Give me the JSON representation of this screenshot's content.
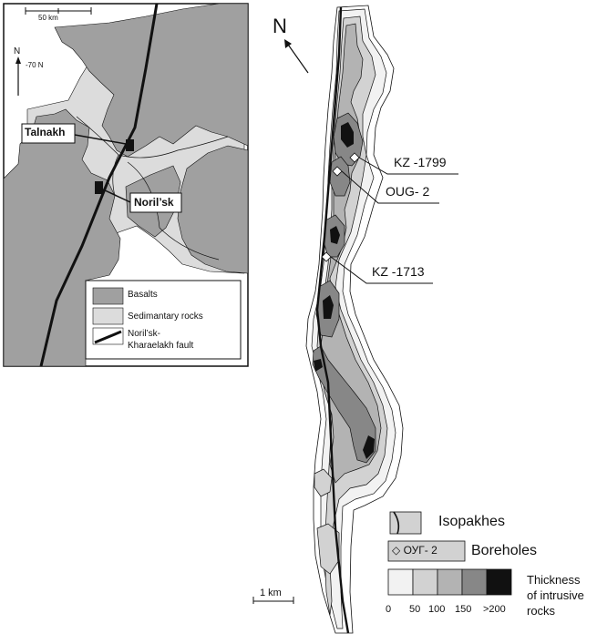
{
  "inset": {
    "scale_label": "50 km",
    "north_label": "N",
    "latitude_label": "-70 N",
    "towns": {
      "talnakh": "Talnakh",
      "norilsk": "Noril’sk"
    },
    "legend": {
      "basalts": "Basalts",
      "sedimentary": "Sedimantary rocks",
      "fault_line1": "Noril’sk-",
      "fault_line2": "Kharaelakh fault"
    },
    "colors": {
      "basalts": "#a0a0a0",
      "sedimentary": "#dcdcdc",
      "fault": "#111111"
    }
  },
  "main": {
    "north_label": "N",
    "boreholes": {
      "kz1799": "KZ -1799",
      "oug2": "OUG- 2",
      "kz1713": "KZ -1713"
    },
    "scale_label": "1 km",
    "legend": {
      "isopakhes": "Isopakhes",
      "boreholes": "Boreholes",
      "borehole_symbol": "ОУГ- 2",
      "thickness_line1": "Thickness",
      "thickness_line2": "of intrusive",
      "thickness_line3": "rocks",
      "ticks": [
        "0",
        "50",
        "100",
        "150",
        ">200"
      ],
      "class_colors": [
        "#f2f2f2",
        "#d2d2d2",
        "#b3b3b3",
        "#878787",
        "#111111"
      ]
    }
  }
}
